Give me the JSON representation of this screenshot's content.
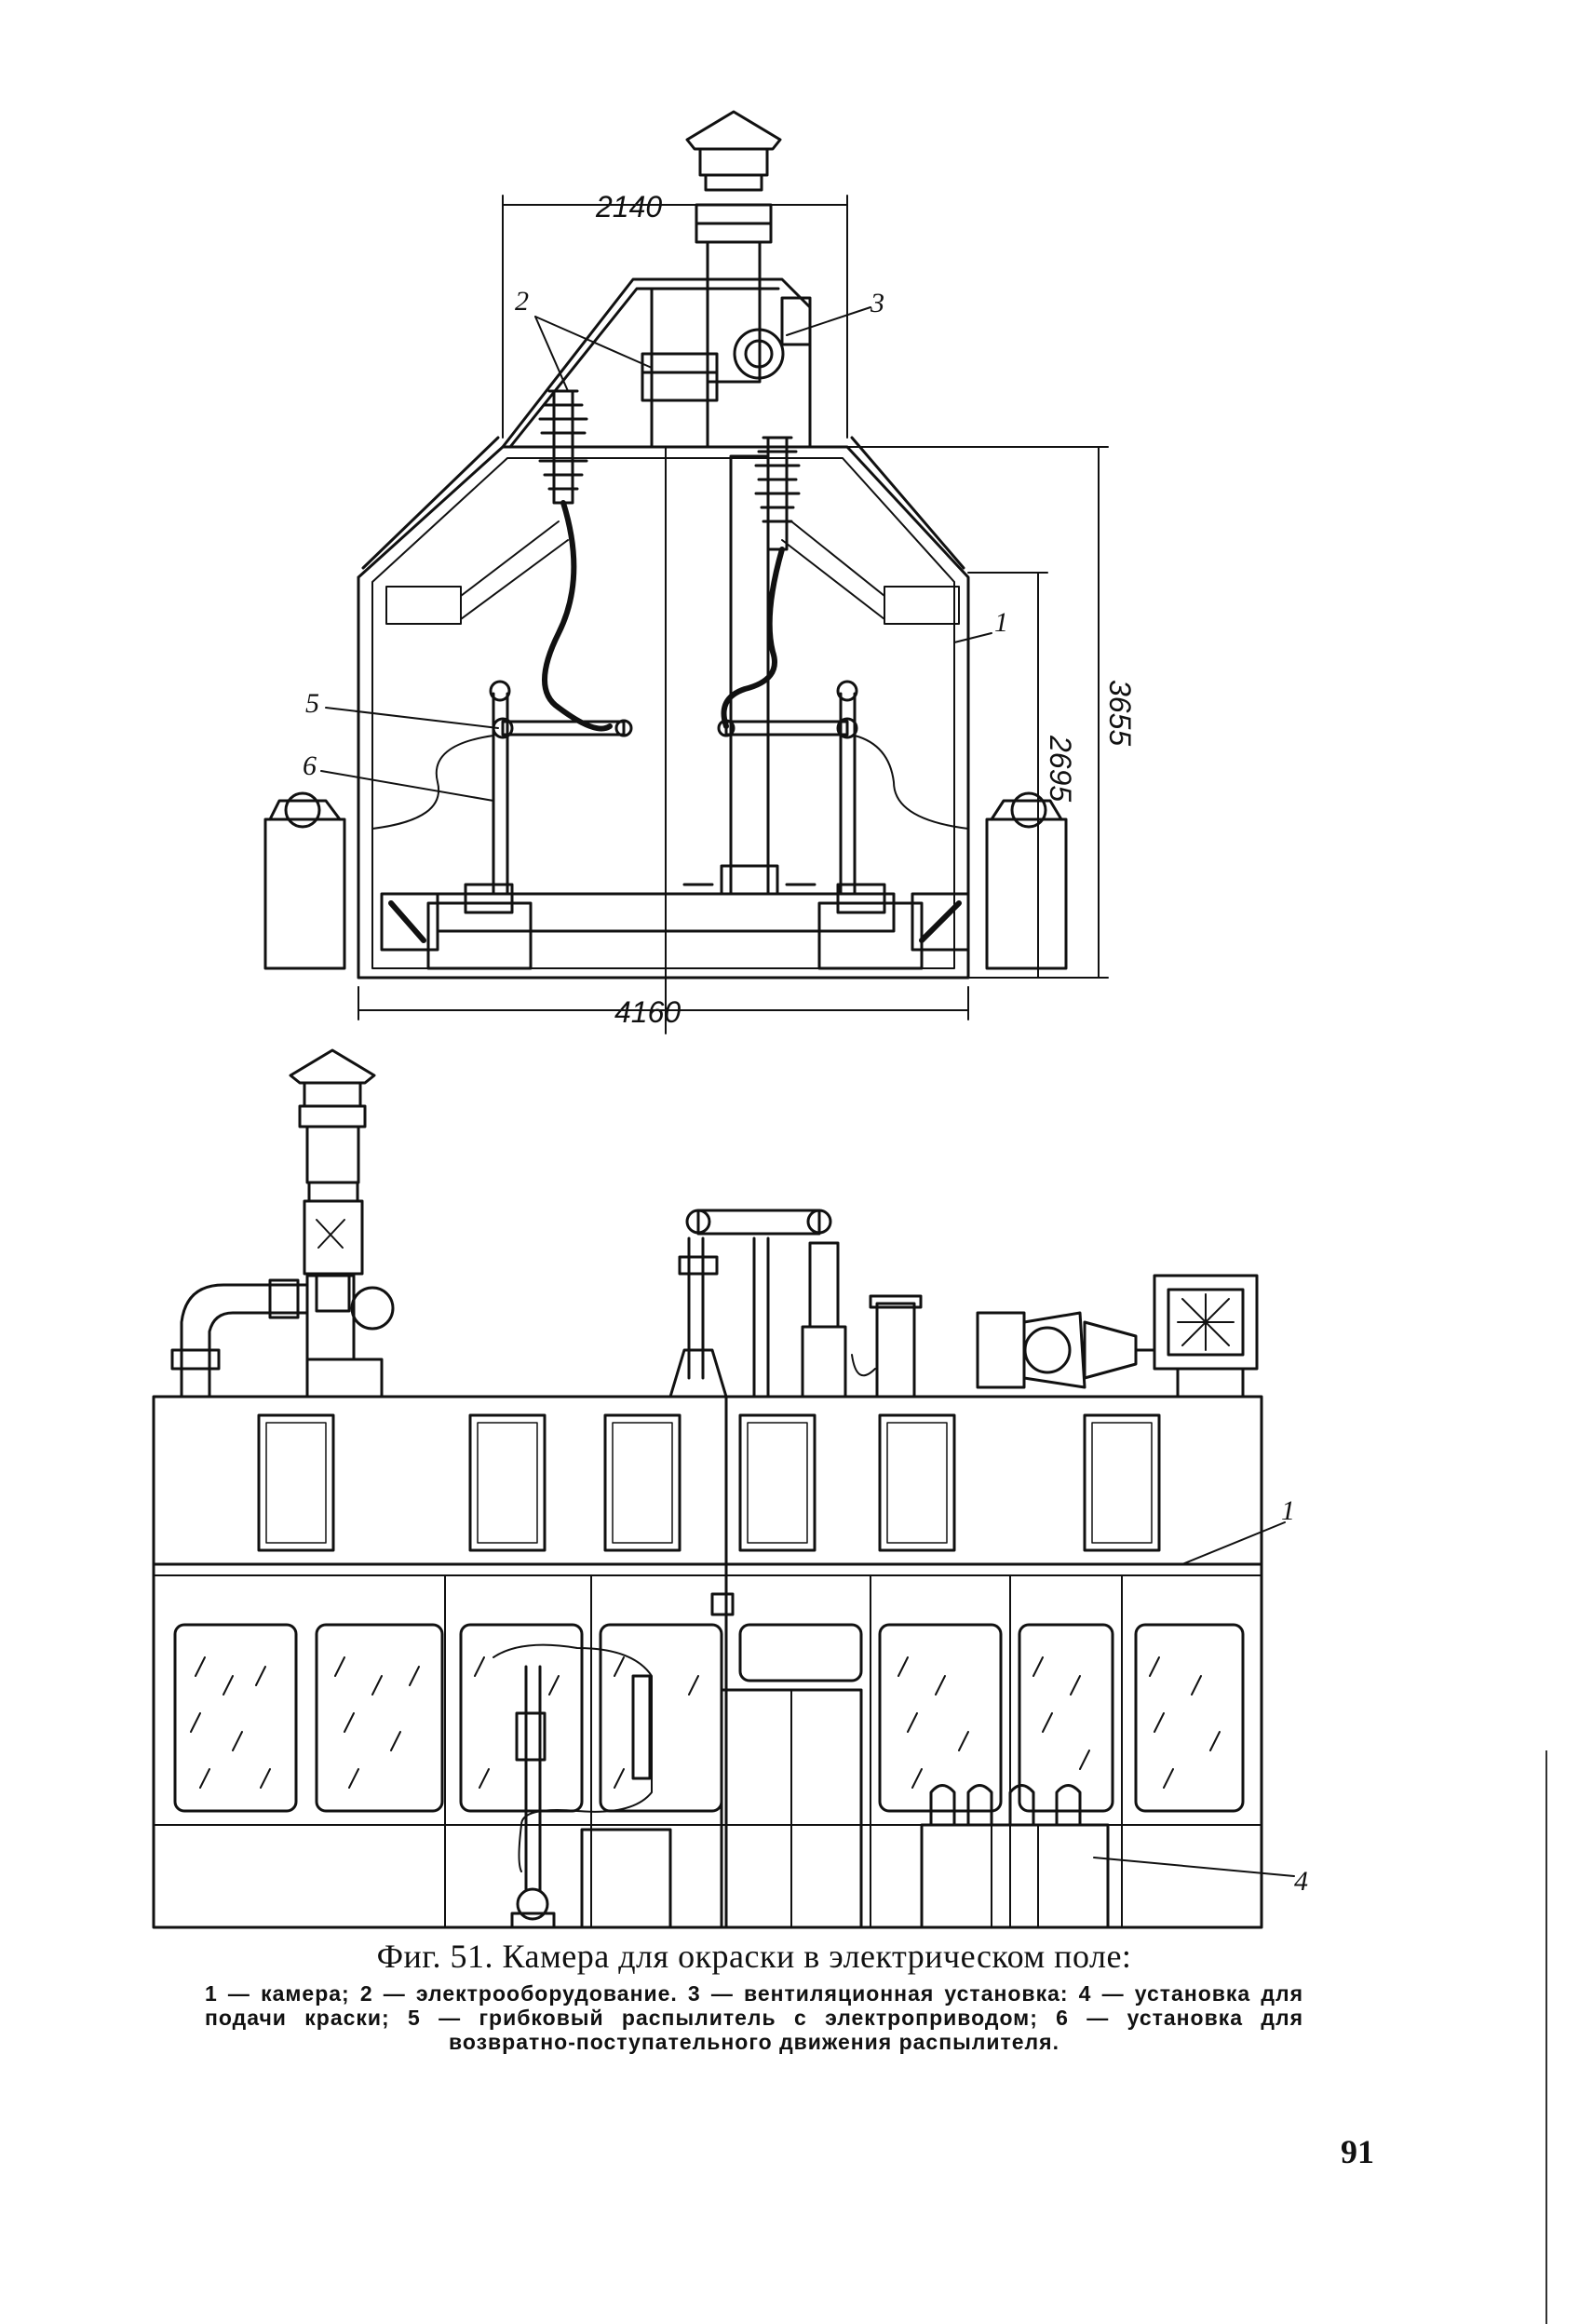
{
  "figure": {
    "top_view": {
      "dimensions": {
        "width_top": "2140",
        "width_bottom": "4160",
        "height_inner": "2695",
        "height_total": "3655"
      },
      "callouts": {
        "c1": "1",
        "c2": "2",
        "c3": "3",
        "c5": "5",
        "c6": "6"
      }
    },
    "side_view": {
      "callouts": {
        "c1": "1",
        "c4": "4"
      }
    }
  },
  "caption": {
    "title": "Фиг. 51. Камера для окраски в электрическом поле:",
    "legend": "1 — камера; 2 — электрооборудование. 3 — вентиляционная установка: 4 — установка для подачи краски; 5 — грибковый распылитель с электроприводом; 6 — установка для возвратно-поступательного движения распылителя."
  },
  "page_number": "91"
}
